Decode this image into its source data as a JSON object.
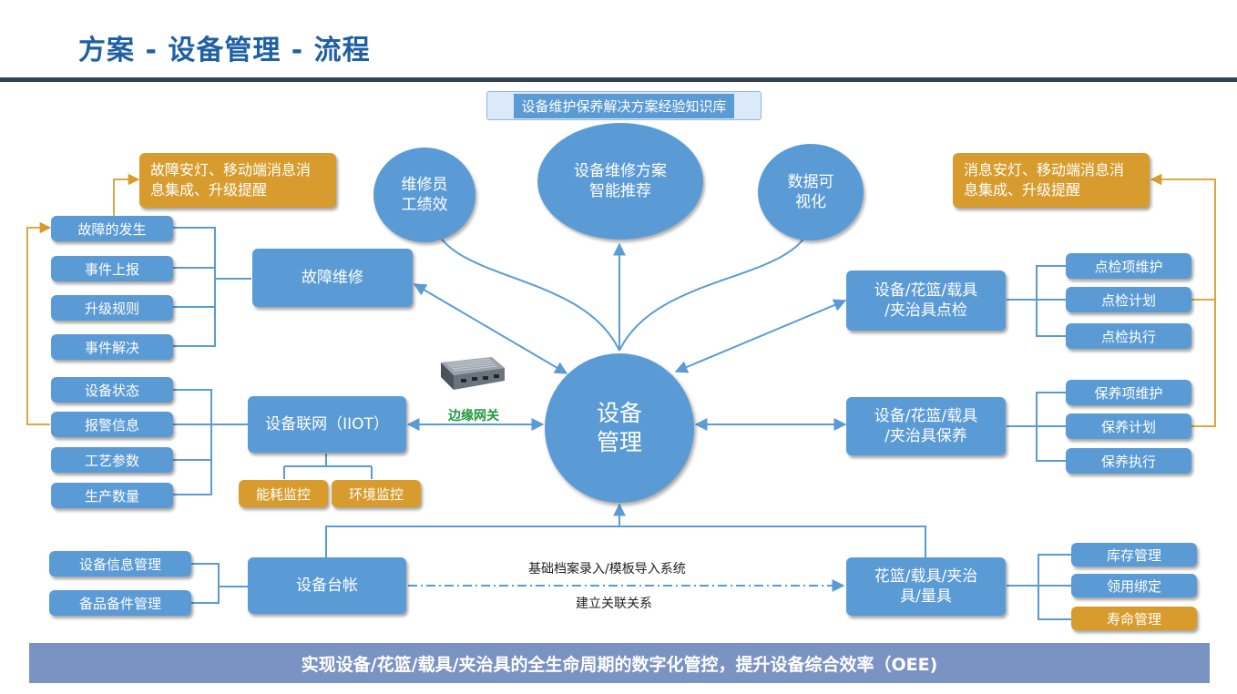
{
  "header": {
    "title": "方案 - 设备管理 - 流程"
  },
  "knowledge_base": "设备维护保养解决方案经验知识库",
  "center": {
    "line1": "设备",
    "line2": "管理"
  },
  "top_ellipses": {
    "maint_staff": [
      "维修员",
      "工绩效"
    ],
    "smart_recommend": [
      "设备维修方案",
      "智能推荐"
    ],
    "visualization": [
      "数据可",
      "视化"
    ]
  },
  "left_note": [
    "故障安灯、移动端消息消",
    "息集成、升级提醒"
  ],
  "right_note": [
    "消息安灯、移动端消息消",
    "息集成、升级提醒"
  ],
  "fault_steps": [
    "故障的发生",
    "事件上报",
    "升级规则",
    "事件解决"
  ],
  "fault_repair": "故障维修",
  "iot_items": [
    "设备状态",
    "报警信息",
    "工艺参数",
    "生产数量"
  ],
  "iot": "设备联网（IIOT）",
  "iot_sub": [
    "能耗监控",
    "环境监控"
  ],
  "edge_gateway": "边缘网关",
  "ledger_items": [
    "设备信息管理",
    "备品备件管理"
  ],
  "ledger": "设备台帐",
  "ledger_link": {
    "top": "基础档案录入/模板导入系统",
    "bottom": "建立关联关系"
  },
  "inspection": [
    "设备/花篮/载具",
    "/夹治具点检"
  ],
  "inspection_items": [
    "点检项维护",
    "点检计划",
    "点检执行"
  ],
  "maintenance": [
    "设备/花篮/载具",
    "/夹治具保养"
  ],
  "maintenance_items": [
    "保养项维护",
    "保养计划",
    "保养执行"
  ],
  "fixtures": [
    "花篮/载具/夹治",
    "具/量具"
  ],
  "fixture_items": [
    "库存管理",
    "领用绑定",
    "寿命管理"
  ],
  "banner": "实现设备/花篮/载具/夹治具的全生命周期的数字化管控，提升设备综合效率（OEE)",
  "colors": {
    "box": "#5b9bd5",
    "accent": "#d89c2e",
    "title": "#1f5fa3",
    "banner": "#7b93c3",
    "gateway_label": "#1e9a3c"
  }
}
